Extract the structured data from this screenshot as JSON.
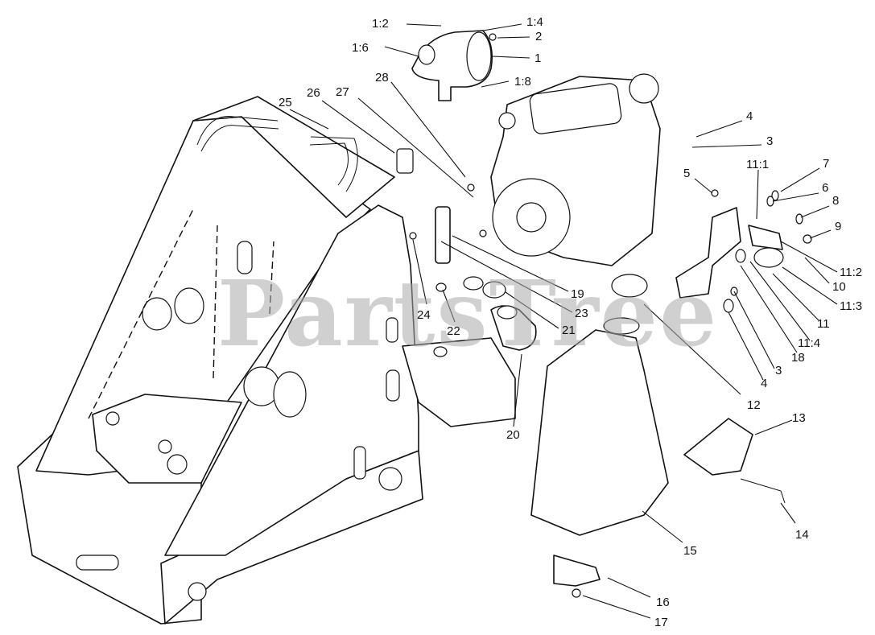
{
  "watermark": "PartsTree",
  "callouts": {
    "c1_2": "1:2",
    "c1_4": "1:4",
    "c2": "2",
    "c1_6": "1:6",
    "c1": "1",
    "c1_8": "1:8",
    "c28": "28",
    "c27": "27",
    "c26": "26",
    "c25": "25",
    "c4a": "4",
    "c3a": "3",
    "c11_1": "11:1",
    "c7": "7",
    "c5": "5",
    "c6": "6",
    "c8": "8",
    "c9": "9",
    "c11_2": "11:2",
    "c10": "10",
    "c11_3": "11:3",
    "c11": "11",
    "c11_4": "11:4",
    "c18": "18",
    "c3b": "3",
    "c4b": "4",
    "c19": "19",
    "c23": "23",
    "c21": "21",
    "c22": "22",
    "c24": "24",
    "c20": "20",
    "c12": "12",
    "c13": "13",
    "c14": "14",
    "c15": "15",
    "c16": "16",
    "c17": "17"
  }
}
